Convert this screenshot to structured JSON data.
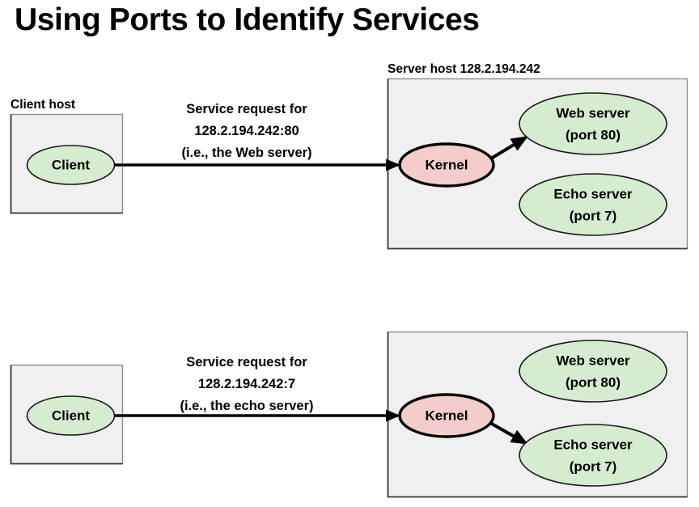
{
  "slide": {
    "title": "Using Ports to Identify Services",
    "background_color": "#ffffff"
  },
  "colors": {
    "server_ellipse_fill": "#d6ecd0",
    "kernel_ellipse_fill": "#f4cccc",
    "host_box_fill": "#f0f0f0",
    "host_box_stroke": "#8c8c8c",
    "line_color": "#000000",
    "text_color": "#000000"
  },
  "scenarios": [
    {
      "id": "web-request",
      "client_host_label": "Client host",
      "client_label": "Client",
      "request_lines": [
        "Service request for",
        "128.2.194.242:80",
        "(i.e., the Web server)"
      ],
      "server_host_label": "Server host 128.2.194.242",
      "kernel_label": "Kernel",
      "services": [
        {
          "name_line": "Web server",
          "port_line": "(port 80)",
          "targeted": true
        },
        {
          "name_line": "Echo server",
          "port_line": "(port 7)",
          "targeted": false
        }
      ],
      "routed_to": "Web server"
    },
    {
      "id": "echo-request",
      "client_host_label": "",
      "client_label": "Client",
      "request_lines": [
        "Service request for",
        "128.2.194.242:7",
        "(i.e., the echo server)"
      ],
      "server_host_label": "",
      "kernel_label": "Kernel",
      "services": [
        {
          "name_line": "Web server",
          "port_line": "(port 80)",
          "targeted": false
        },
        {
          "name_line": "Echo server",
          "port_line": "(port 7)",
          "targeted": true
        }
      ],
      "routed_to": "Echo server"
    }
  ]
}
